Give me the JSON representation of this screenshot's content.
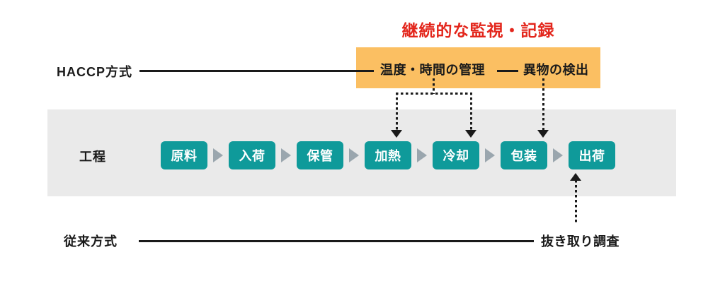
{
  "diagram": {
    "title": "継続的な監視・記録",
    "title_color": "#e3261c",
    "banner_color": "#fbbf62",
    "band_color": "#eaeaea",
    "step_color": "#0f9a9a",
    "arrow_color": "#9aa6ae",
    "rows": {
      "haccp_label": "HACCP方式",
      "process_label": "工程",
      "legacy_label": "従来方式"
    },
    "banner": {
      "item_1": "温度・時間の管理",
      "separator": "——",
      "item_2": "異物の検出"
    },
    "legacy": {
      "endpoint": "抜き取り調査"
    },
    "steps": [
      {
        "label": "原料"
      },
      {
        "label": "入荷"
      },
      {
        "label": "保管"
      },
      {
        "label": "加熱"
      },
      {
        "label": "冷却"
      },
      {
        "label": "包装"
      },
      {
        "label": "出荷"
      }
    ],
    "steps_extra": [
      {
        "label": "出荷"
      }
    ],
    "all_steps": [
      "原料",
      "入荷",
      "保管",
      "加熱",
      "冷却",
      "包装",
      "出荷"
    ]
  }
}
